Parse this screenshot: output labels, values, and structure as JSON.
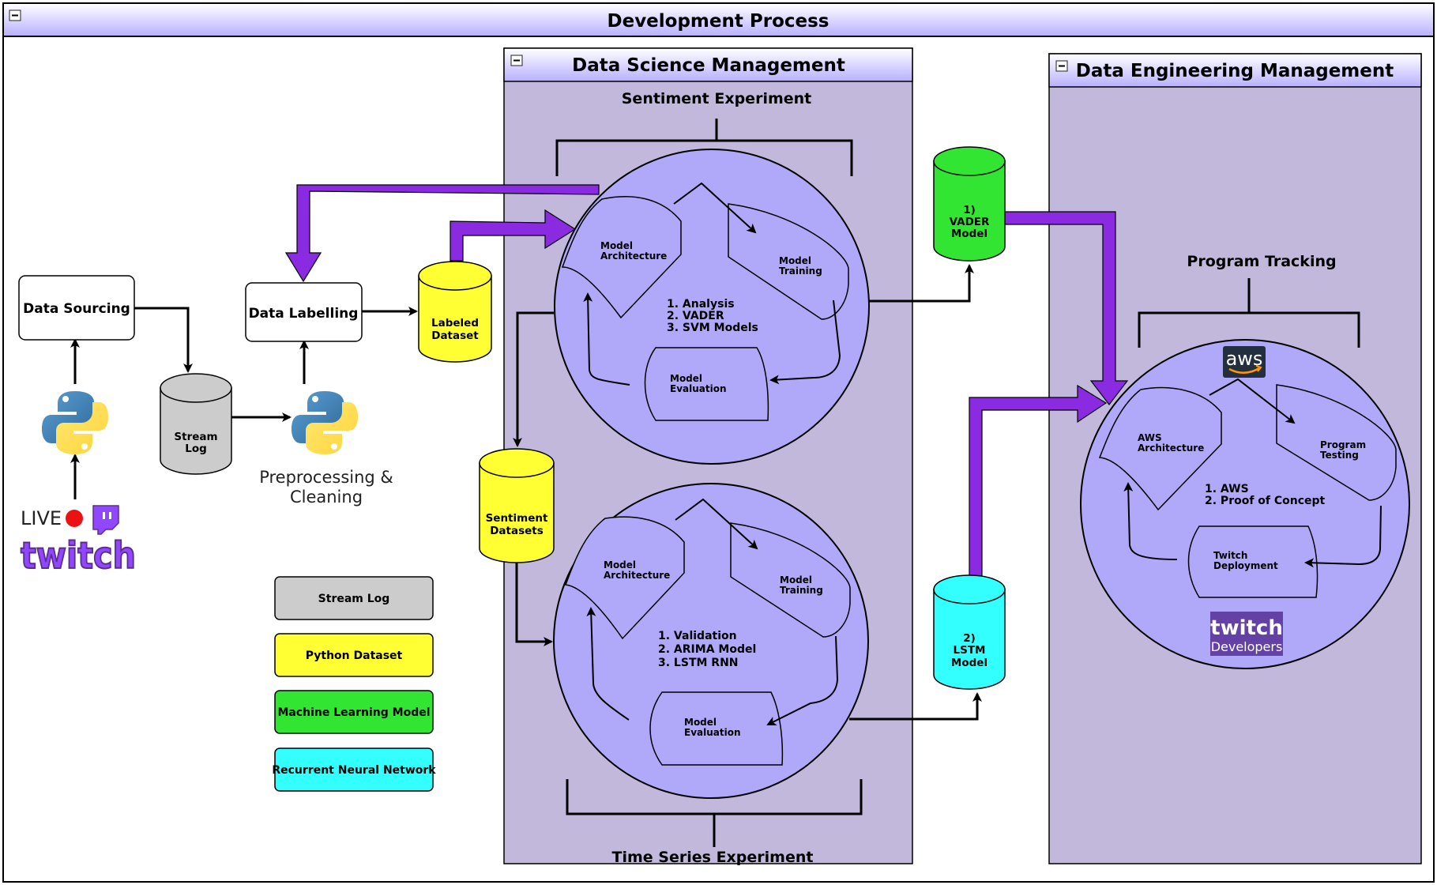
{
  "title": "Development Process",
  "data_science": {
    "title": "Data Science Management",
    "sentiment_experiment": "Sentiment Experiment",
    "time_series_experiment": "Time Series Experiment",
    "cycle_top": {
      "architecture": [
        "Model",
        "Architecture"
      ],
      "training": [
        "Model",
        "Training"
      ],
      "evaluation": [
        "Model",
        "Evaluation"
      ],
      "items": [
        "1. Analysis",
        "2. VADER",
        "3. SVM Models"
      ]
    },
    "cycle_bottom": {
      "architecture": [
        "Model",
        "Architecture"
      ],
      "training": [
        "Model",
        "Training"
      ],
      "evaluation": [
        "Model",
        "Evaluation"
      ],
      "items": [
        "1. Validation",
        "2. ARIMA Model",
        "3. LSTM RNN"
      ]
    }
  },
  "data_engineering": {
    "title": "Data Engineering Management",
    "program_tracking": "Program Tracking",
    "cycle": {
      "architecture": [
        "AWS",
        "Architecture"
      ],
      "testing": [
        "Program",
        "Testing"
      ],
      "deployment": [
        "Twitch",
        "Deployment"
      ],
      "items": [
        "1. AWS",
        "2. Proof of Concept"
      ]
    },
    "aws_logo": "aws",
    "twitch_dev_logo": [
      "twitch",
      "Developers"
    ]
  },
  "nodes": {
    "data_sourcing": "Data Sourcing",
    "data_labelling": "Data Labelling",
    "stream_log": [
      "Stream",
      "Log"
    ],
    "labeled_dataset": [
      "Labeled",
      "Dataset"
    ],
    "sentiment_datasets": [
      "Sentiment",
      "Datasets"
    ],
    "vader_model": [
      "1)",
      "VADER",
      "Model"
    ],
    "lstm_model": [
      "2)",
      "LSTM",
      "Model"
    ],
    "preprocessing": [
      "Preprocessing &",
      "Cleaning"
    ],
    "live": "LIVE",
    "twitch": "twitch"
  },
  "legend": [
    {
      "label": "Stream Log",
      "color": "#cccccc"
    },
    {
      "label": "Python Dataset",
      "color": "#ffff33"
    },
    {
      "label": "Machine Learning Model",
      "color": "#33e533"
    },
    {
      "label": "Recurrent Neural Network",
      "color": "#33ffff"
    }
  ],
  "colors": {
    "panel": "#c2b8dc",
    "circle": "#b0a8f8",
    "arrow_purple": "#8a2be2",
    "header_gradient_top": "#ffffff",
    "header_gradient_bottom": "#b8b0ff"
  },
  "icons": [
    "collapse-icon",
    "python-logo-icon",
    "twitch-glitch-icon",
    "live-dot-icon",
    "aws-logo-icon"
  ]
}
